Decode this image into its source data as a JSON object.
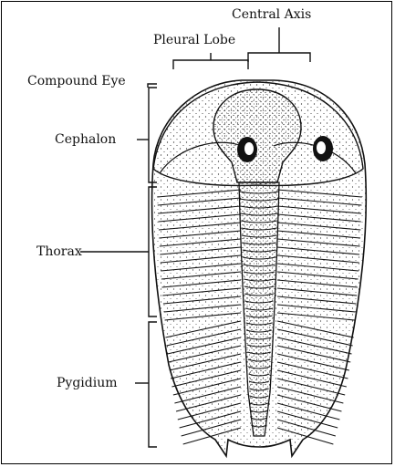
{
  "labels": {
    "central_axis": "Central Axis",
    "pleural_lobe": "Pleural Lobe",
    "compound_eye": "Compound Eye",
    "cephalon": "Cephalon",
    "thorax": "Thorax",
    "pygidium": "Pygidium"
  },
  "colors": {
    "ink": "#111111",
    "background": "#ffffff"
  }
}
